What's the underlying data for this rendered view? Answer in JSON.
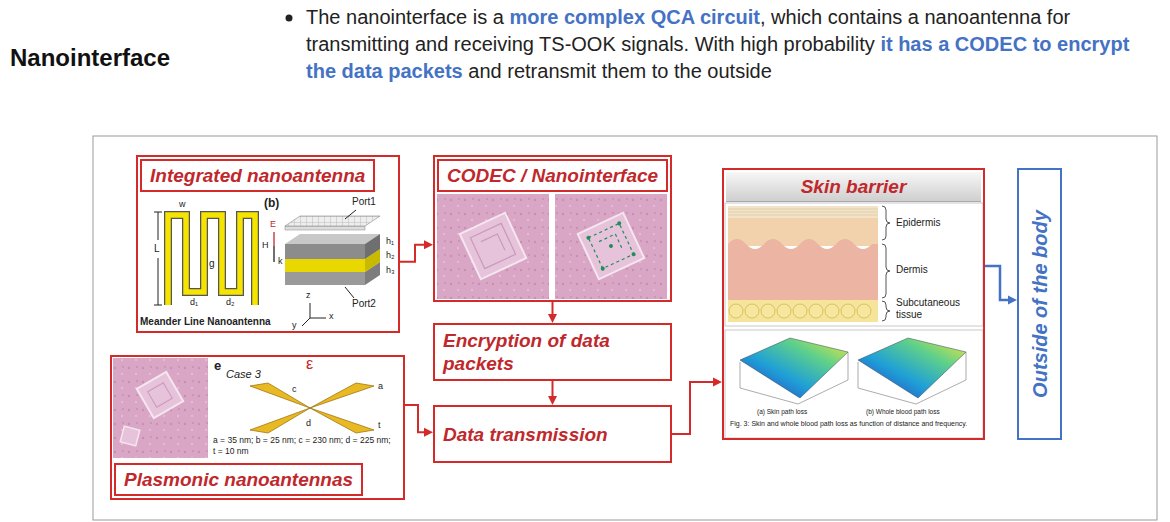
{
  "diagram": {
    "title": "Nanointerface",
    "nodes": [
      {
        "text": [
          "Integrated nanoantenna"
        ]
      },
      {
        "text": [
          "CODEC / Nanointerface"
        ]
      },
      {
        "text": [
          "Encryption of data packets"
        ]
      },
      {
        "text": [
          "Data transmission"
        ]
      },
      {
        "text": [
          "Plasmonic nanoantennas"
        ]
      },
      {
        "text": [
          "Skin barrier"
        ]
      },
      {
        "text": [
          "Outside of the body"
        ]
      }
    ],
    "edges": [
      {
        "from": 0,
        "to": 1,
        "arrow": "to"
      },
      {
        "from": 1,
        "to": 2,
        "arrow": "to"
      },
      {
        "from": 2,
        "to": 3,
        "arrow": "to"
      },
      {
        "from": 4,
        "to": 3,
        "arrow": "to"
      },
      {
        "from": 3,
        "to": 5,
        "arrow": "to"
      },
      {
        "from": 5,
        "to": 6,
        "arrow": "to"
      }
    ],
    "labels": [
      "The nanointerface is a",
      "more complex QCA circuit",
      ", which contains a nanoantenna for transmitting and receiving TS-OOK signals. With high probability",
      "it has a CODEC to encrypt the data packets",
      "and retransmit them to the outside",
      "(b)",
      "w",
      "d₁",
      "d₂",
      "L",
      "g",
      "Meander Line Nanoantenna",
      "Port1",
      "Port2",
      "h₁",
      "h₂",
      "h₃",
      "E",
      "H",
      "k",
      "z",
      "y",
      "x",
      "e",
      "Case 3",
      "ε",
      "a",
      "c",
      "d",
      "t",
      "a = 35 nm; b = 25 nm; c = 230 nm; d = 225 nm;",
      "t = 10 nm",
      "Epidermis",
      "Dermis",
      "Subcutaneous tissue",
      "(a) Skin path loss",
      "(b) Whole blood path loss",
      "Fig. 3: Skin and whole blood path loss as function of distance and frequency."
    ]
  }
}
